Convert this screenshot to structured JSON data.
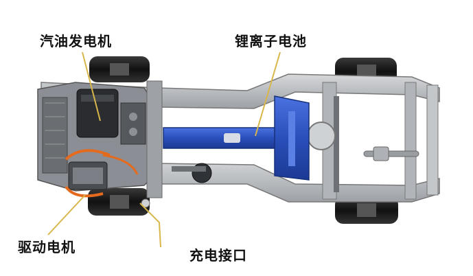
{
  "labels": {
    "generator": "汽油发电机",
    "battery": "锂离子电池",
    "drive_motor": "驱动电机",
    "charge_port": "充电接口"
  },
  "colors": {
    "battery_blue": "#2e56c4",
    "leader_line": "#d8b64a",
    "frame_gray": "#b9bcc0",
    "tire_black": "#1b1b1b"
  }
}
